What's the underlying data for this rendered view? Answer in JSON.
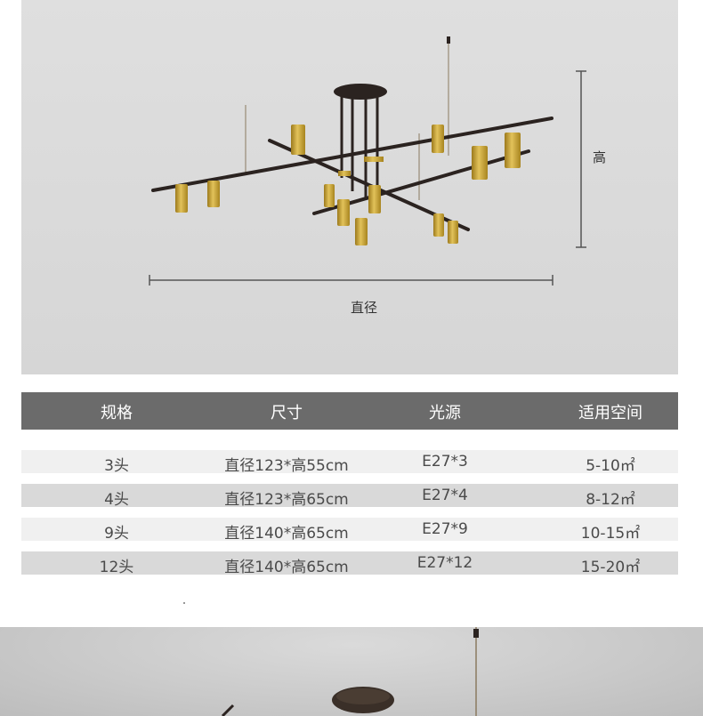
{
  "dimension_labels": {
    "height": "高",
    "diameter": "直径"
  },
  "spec_table": {
    "headers": [
      "规格",
      "尺寸",
      "光源",
      "适用空间"
    ],
    "rows": [
      {
        "spec": "3头",
        "size": "直径123*高55cm",
        "light": "E27*3",
        "area": "5-10㎡"
      },
      {
        "spec": "4头",
        "size": "直径123*高65cm",
        "light": "E27*4",
        "area": "8-12㎡"
      },
      {
        "spec": "9头",
        "size": "直径140*高65cm",
        "light": "E27*9",
        "area": "10-15㎡"
      },
      {
        "spec": "12头",
        "size": "直径140*高65cm",
        "light": "E27*12",
        "area": "15-20㎡"
      }
    ]
  },
  "colors": {
    "header_bg": "#6b6b6b",
    "row_alt_a": "#f0f0f0",
    "row_alt_b": "#d9d9d9",
    "gold": "#c9a227",
    "arm": "#2b2320"
  }
}
